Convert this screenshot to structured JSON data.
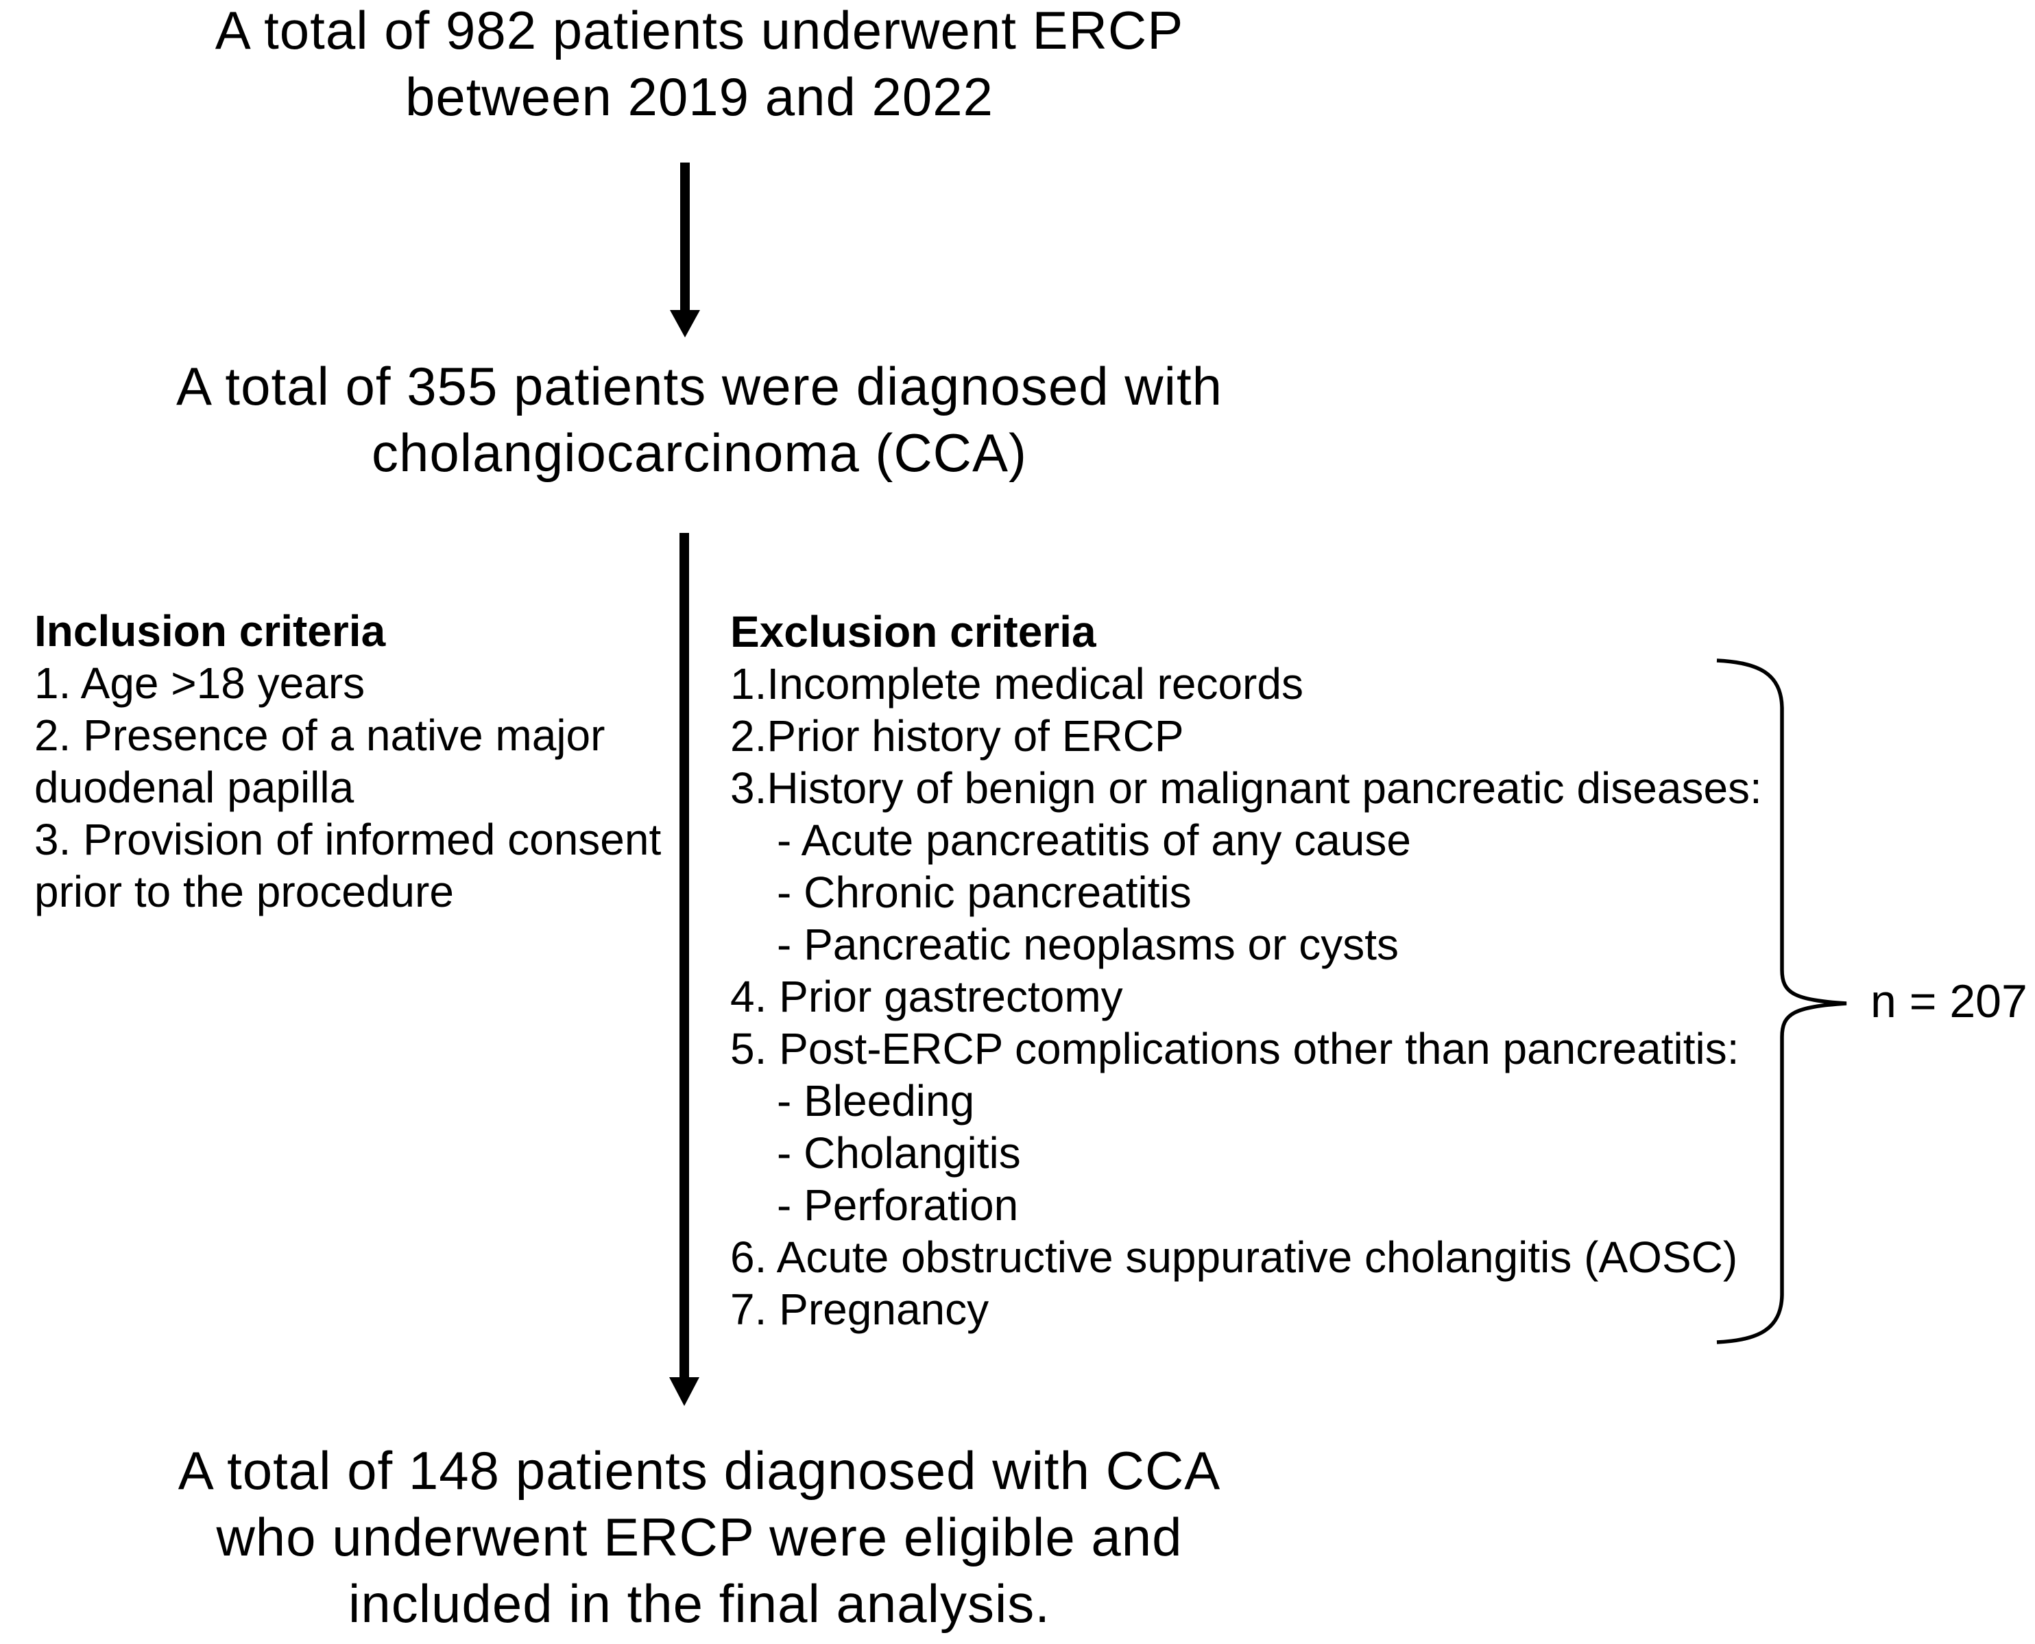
{
  "diagram": {
    "background_color": "#ffffff",
    "text_color": "#000000",
    "steps": {
      "step1": {
        "lines": [
          "A total of 982 patients underwent ERCP",
          "between 2019 and 2022"
        ]
      },
      "step2": {
        "lines": [
          "A total of 355 patients were diagnosed with",
          "cholangiocarcinoma (CCA)"
        ]
      },
      "final": {
        "lines": [
          "A total of 148 patients diagnosed with CCA",
          "who underwent ERCP were eligible and",
          "included in the final analysis."
        ]
      }
    },
    "inclusion": {
      "title": "Inclusion criteria",
      "items": [
        "1. Age >18 years",
        "2. Presence of a native major",
        "duodenal papilla",
        "3. Provision of informed consent",
        "prior to the procedure"
      ]
    },
    "exclusion": {
      "title": "Exclusion criteria",
      "items": [
        "1.Incomplete medical records",
        "2.Prior history of ERCP",
        "3.History of benign or malignant pancreatic diseases:",
        "- Acute pancreatitis of any cause",
        "- Chronic pancreatitis",
        "- Pancreatic neoplasms or cysts",
        "4. Prior gastrectomy",
        "5. Post-ERCP complications other than pancreatitis:",
        "- Bleeding",
        "- Cholangitis",
        "- Perforation",
        "6. Acute obstructive suppurative cholangitis (AOSC)",
        "7. Pregnancy"
      ],
      "excluded_count_label": "n = 207"
    }
  }
}
